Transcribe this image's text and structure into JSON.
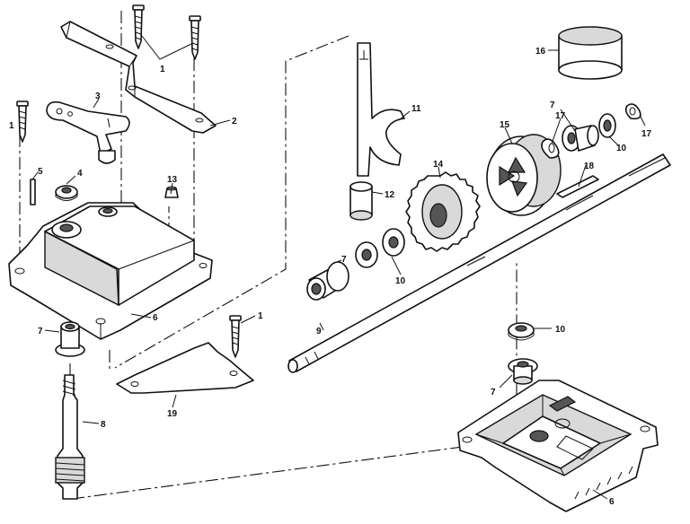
{
  "callouts": [
    {
      "id": "c1a",
      "text": "1"
    },
    {
      "id": "c1b",
      "text": "1"
    },
    {
      "id": "c1c",
      "text": "1"
    },
    {
      "id": "c2",
      "text": "2"
    },
    {
      "id": "c3",
      "text": "3"
    },
    {
      "id": "c4",
      "text": "4"
    },
    {
      "id": "c5",
      "text": "5"
    },
    {
      "id": "c6a",
      "text": "6"
    },
    {
      "id": "c6b",
      "text": "6"
    },
    {
      "id": "c7a",
      "text": "7"
    },
    {
      "id": "c7b",
      "text": "7"
    },
    {
      "id": "c7c",
      "text": "7"
    },
    {
      "id": "c7d",
      "text": "7"
    },
    {
      "id": "c8",
      "text": "8"
    },
    {
      "id": "c9",
      "text": "9"
    },
    {
      "id": "c10a",
      "text": "10"
    },
    {
      "id": "c10b",
      "text": "10"
    },
    {
      "id": "c10c",
      "text": "10"
    },
    {
      "id": "c11",
      "text": "11"
    },
    {
      "id": "c12",
      "text": "12"
    },
    {
      "id": "c13",
      "text": "13"
    },
    {
      "id": "c14",
      "text": "14"
    },
    {
      "id": "c15",
      "text": "15"
    },
    {
      "id": "c16",
      "text": "16"
    },
    {
      "id": "c17a",
      "text": "17"
    },
    {
      "id": "c17b",
      "text": "17"
    },
    {
      "id": "c18",
      "text": "18"
    },
    {
      "id": "c19",
      "text": "19"
    }
  ]
}
